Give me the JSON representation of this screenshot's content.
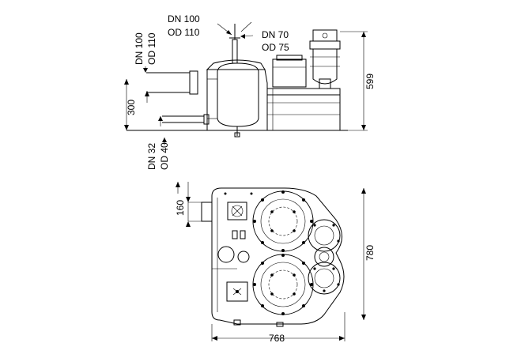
{
  "labels": {
    "inlet_dn": "DN 100",
    "inlet_od": "OD 110",
    "vent_dn": "DN 70",
    "vent_od": "OD 75",
    "side_dn": "DN 100",
    "side_od": "OD 110",
    "height_total": "599",
    "height_inlet": "300",
    "drain_dn": "DN 32",
    "drain_od": "OD 40",
    "plan_offset": "160",
    "plan_depth": "780",
    "plan_width": "768"
  }
}
